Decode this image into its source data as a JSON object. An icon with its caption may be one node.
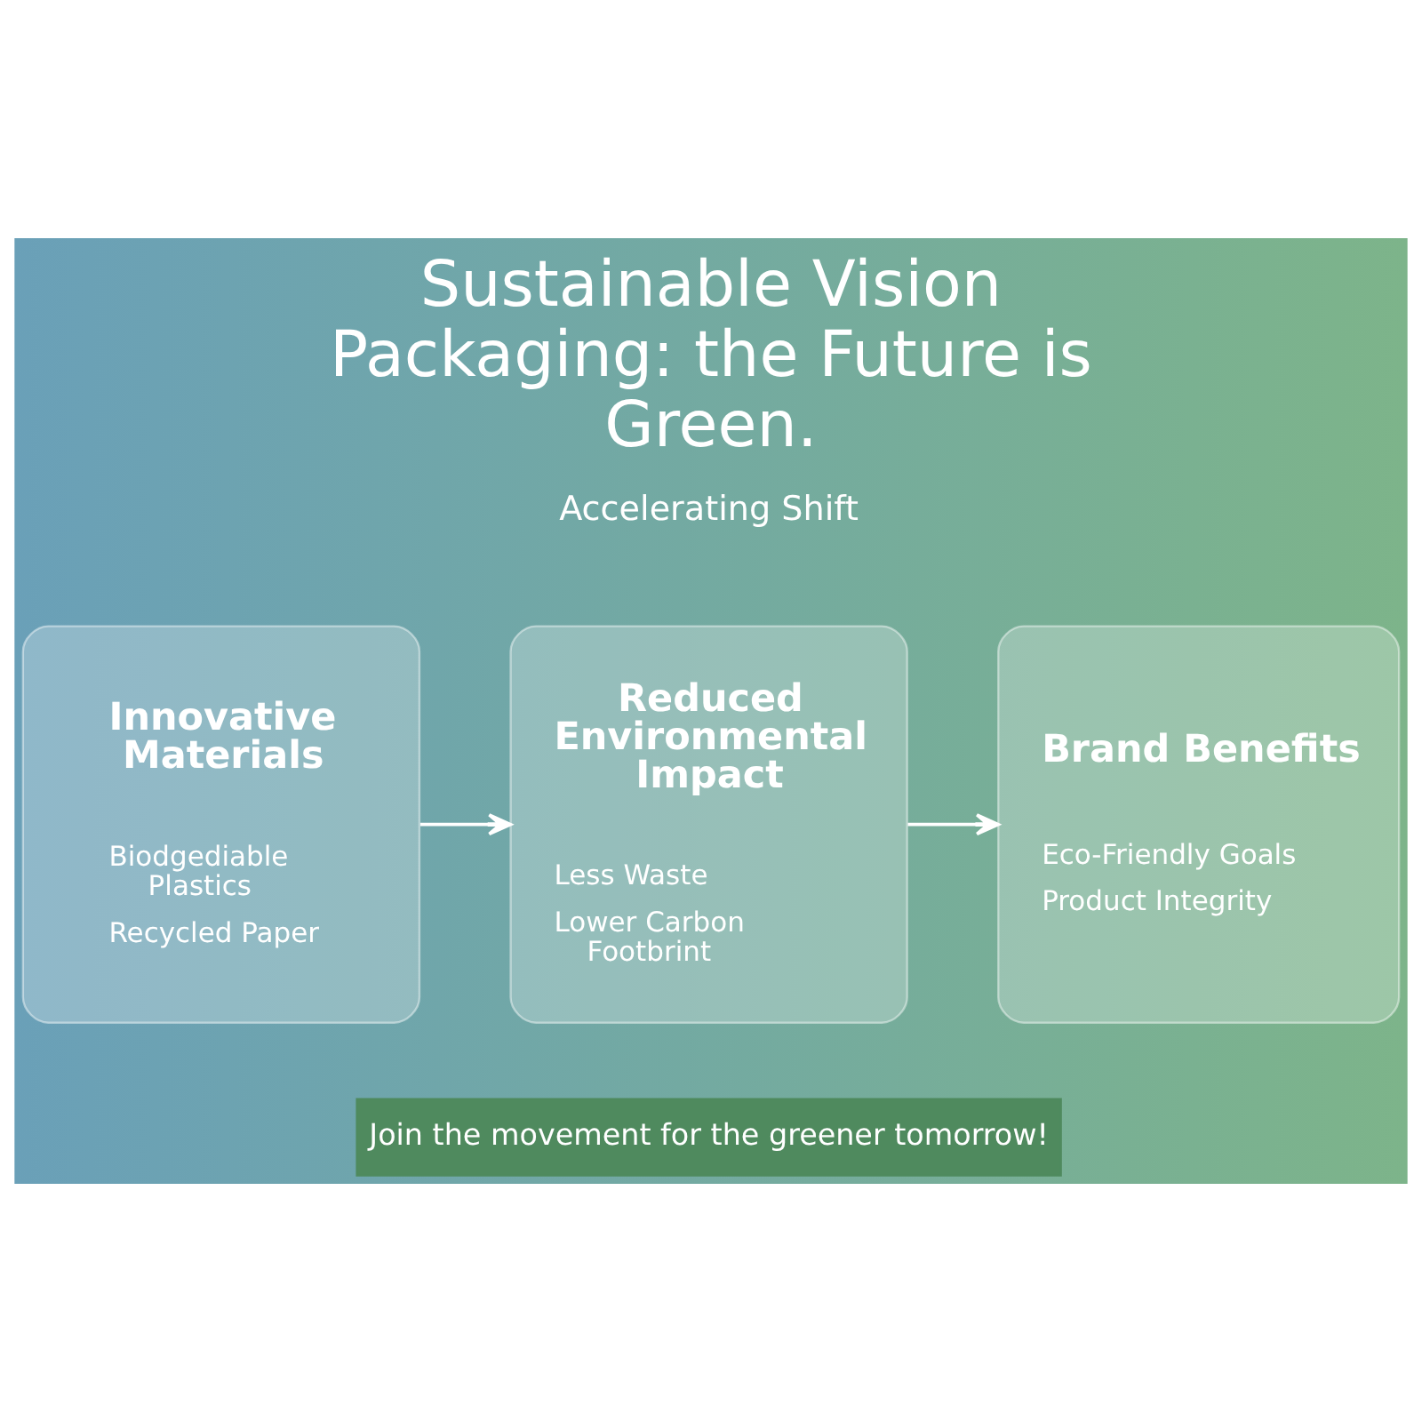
{
  "diagram": {
    "title": "Sustainable Vision Packaging: the Future is Green.",
    "nodes": [
      {
        "text": [
          "Innovative Materials",
          "Biodgediable Plastics",
          "Recycled Paper"
        ]
      },
      {
        "text": [
          "Reduced Environmental Impact",
          "Less Waste",
          "Lower Carbon Footbrint"
        ]
      },
      {
        "text": [
          "Brand Benefits",
          "Eco-Friendly Goals",
          "Product Integrity"
        ]
      },
      {
        "text": [
          "Join the movement for the greener tomorrow!"
        ]
      }
    ],
    "edges": [
      {
        "from": 0,
        "to": 1,
        "arrow": "to"
      },
      {
        "from": 1,
        "to": 2,
        "arrow": "to"
      }
    ],
    "labels": [
      "Accelerating Shift"
    ]
  }
}
